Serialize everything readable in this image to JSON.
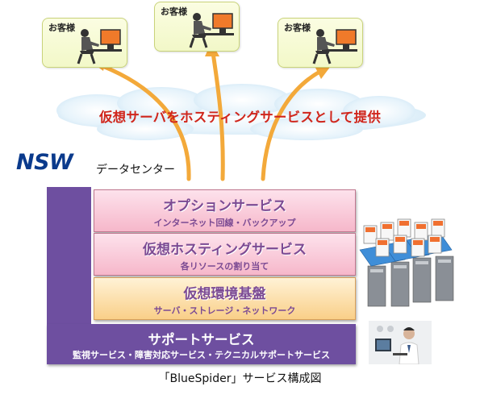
{
  "customers": [
    {
      "label": "お客様"
    },
    {
      "label": "お客様"
    },
    {
      "label": "お客様"
    }
  ],
  "banner": {
    "text": "仮想サーバをホスティングサービスとして提供"
  },
  "datacenter": {
    "logo": "NSW",
    "label": "データセンター"
  },
  "layers": {
    "option": {
      "title": "オプションサービス",
      "sub": "インターネット回線・バックアップ"
    },
    "hosting": {
      "title": "仮想ホスティングサービス",
      "sub": "各リソースの割り当て"
    },
    "infra": {
      "title": "仮想環境基盤",
      "sub": "サーバ・ストレージ・ネットワーク"
    },
    "support": {
      "title": "サポートサービス",
      "sub": "監視サービス・障害対応サービス・テクニカルサポートサービス"
    }
  },
  "caption": "「BlueSpider」サービス構成図",
  "colors": {
    "banner_text": "#d0261c",
    "logo": "#0a3a8c",
    "support": "#6e4fa0",
    "layer_text": "#7b4a93",
    "arrow": "#f3a93a",
    "customer_box": "#f4f9d0"
  }
}
